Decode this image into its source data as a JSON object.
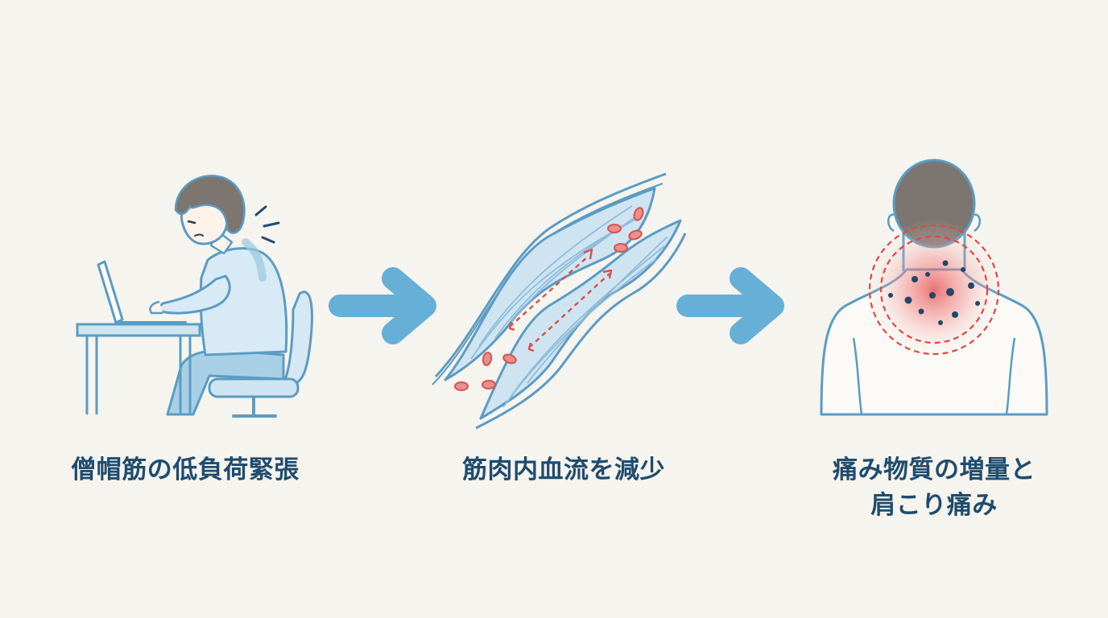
{
  "steps": [
    {
      "label": "僧帽筋の低負荷緊張",
      "illustration": "person-at-laptop-with-neck-strain"
    },
    {
      "label": "筋肉内血流を減少",
      "illustration": "muscle-fibers-with-blood-cells"
    },
    {
      "label_line1": "痛み物質の増量と",
      "label_line2": "肩こり痛み",
      "illustration": "neck-pain-hotspot"
    }
  ],
  "arrows": [
    "arrow-right-icon",
    "arrow-right-icon"
  ],
  "colors": {
    "background": "#f6f4ee",
    "text": "#1f4c6e",
    "line_blue": "#5b9cc4",
    "fill_blue": "#cfe4f1",
    "arrow_blue": "#66b0d8",
    "hair": "#7d7570",
    "blood_red": "#d9534f",
    "pain_red": "#e44545"
  }
}
